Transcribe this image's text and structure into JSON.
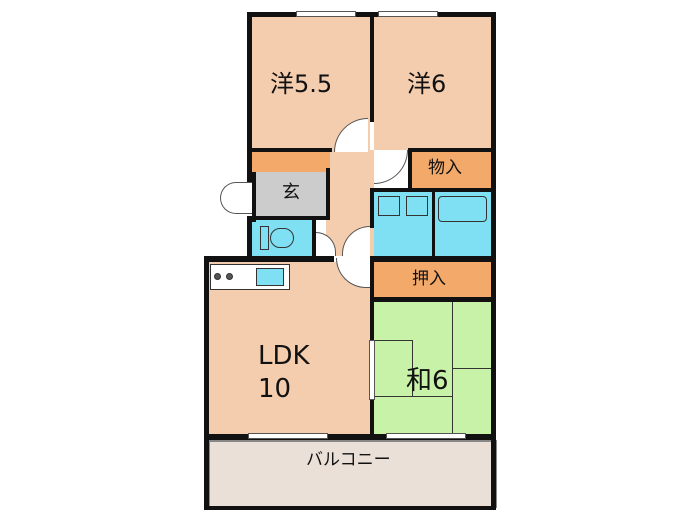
{
  "rooms": {
    "western1": "洋5.5",
    "western2": "洋6",
    "storage": "物入",
    "entrance": "玄",
    "closet": "押入",
    "ldk": "LDK\n10",
    "japanese": "和6",
    "balcony": "バルコニー"
  },
  "colors": {
    "wood": "#f4ccae",
    "storage_orange": "#f2a96a",
    "wet_area": "#7fe0f4",
    "entrance_grey": "#cccccc",
    "tatami": "#c9f2a9",
    "balcony": "#eae0d8",
    "wall": "#111111"
  }
}
